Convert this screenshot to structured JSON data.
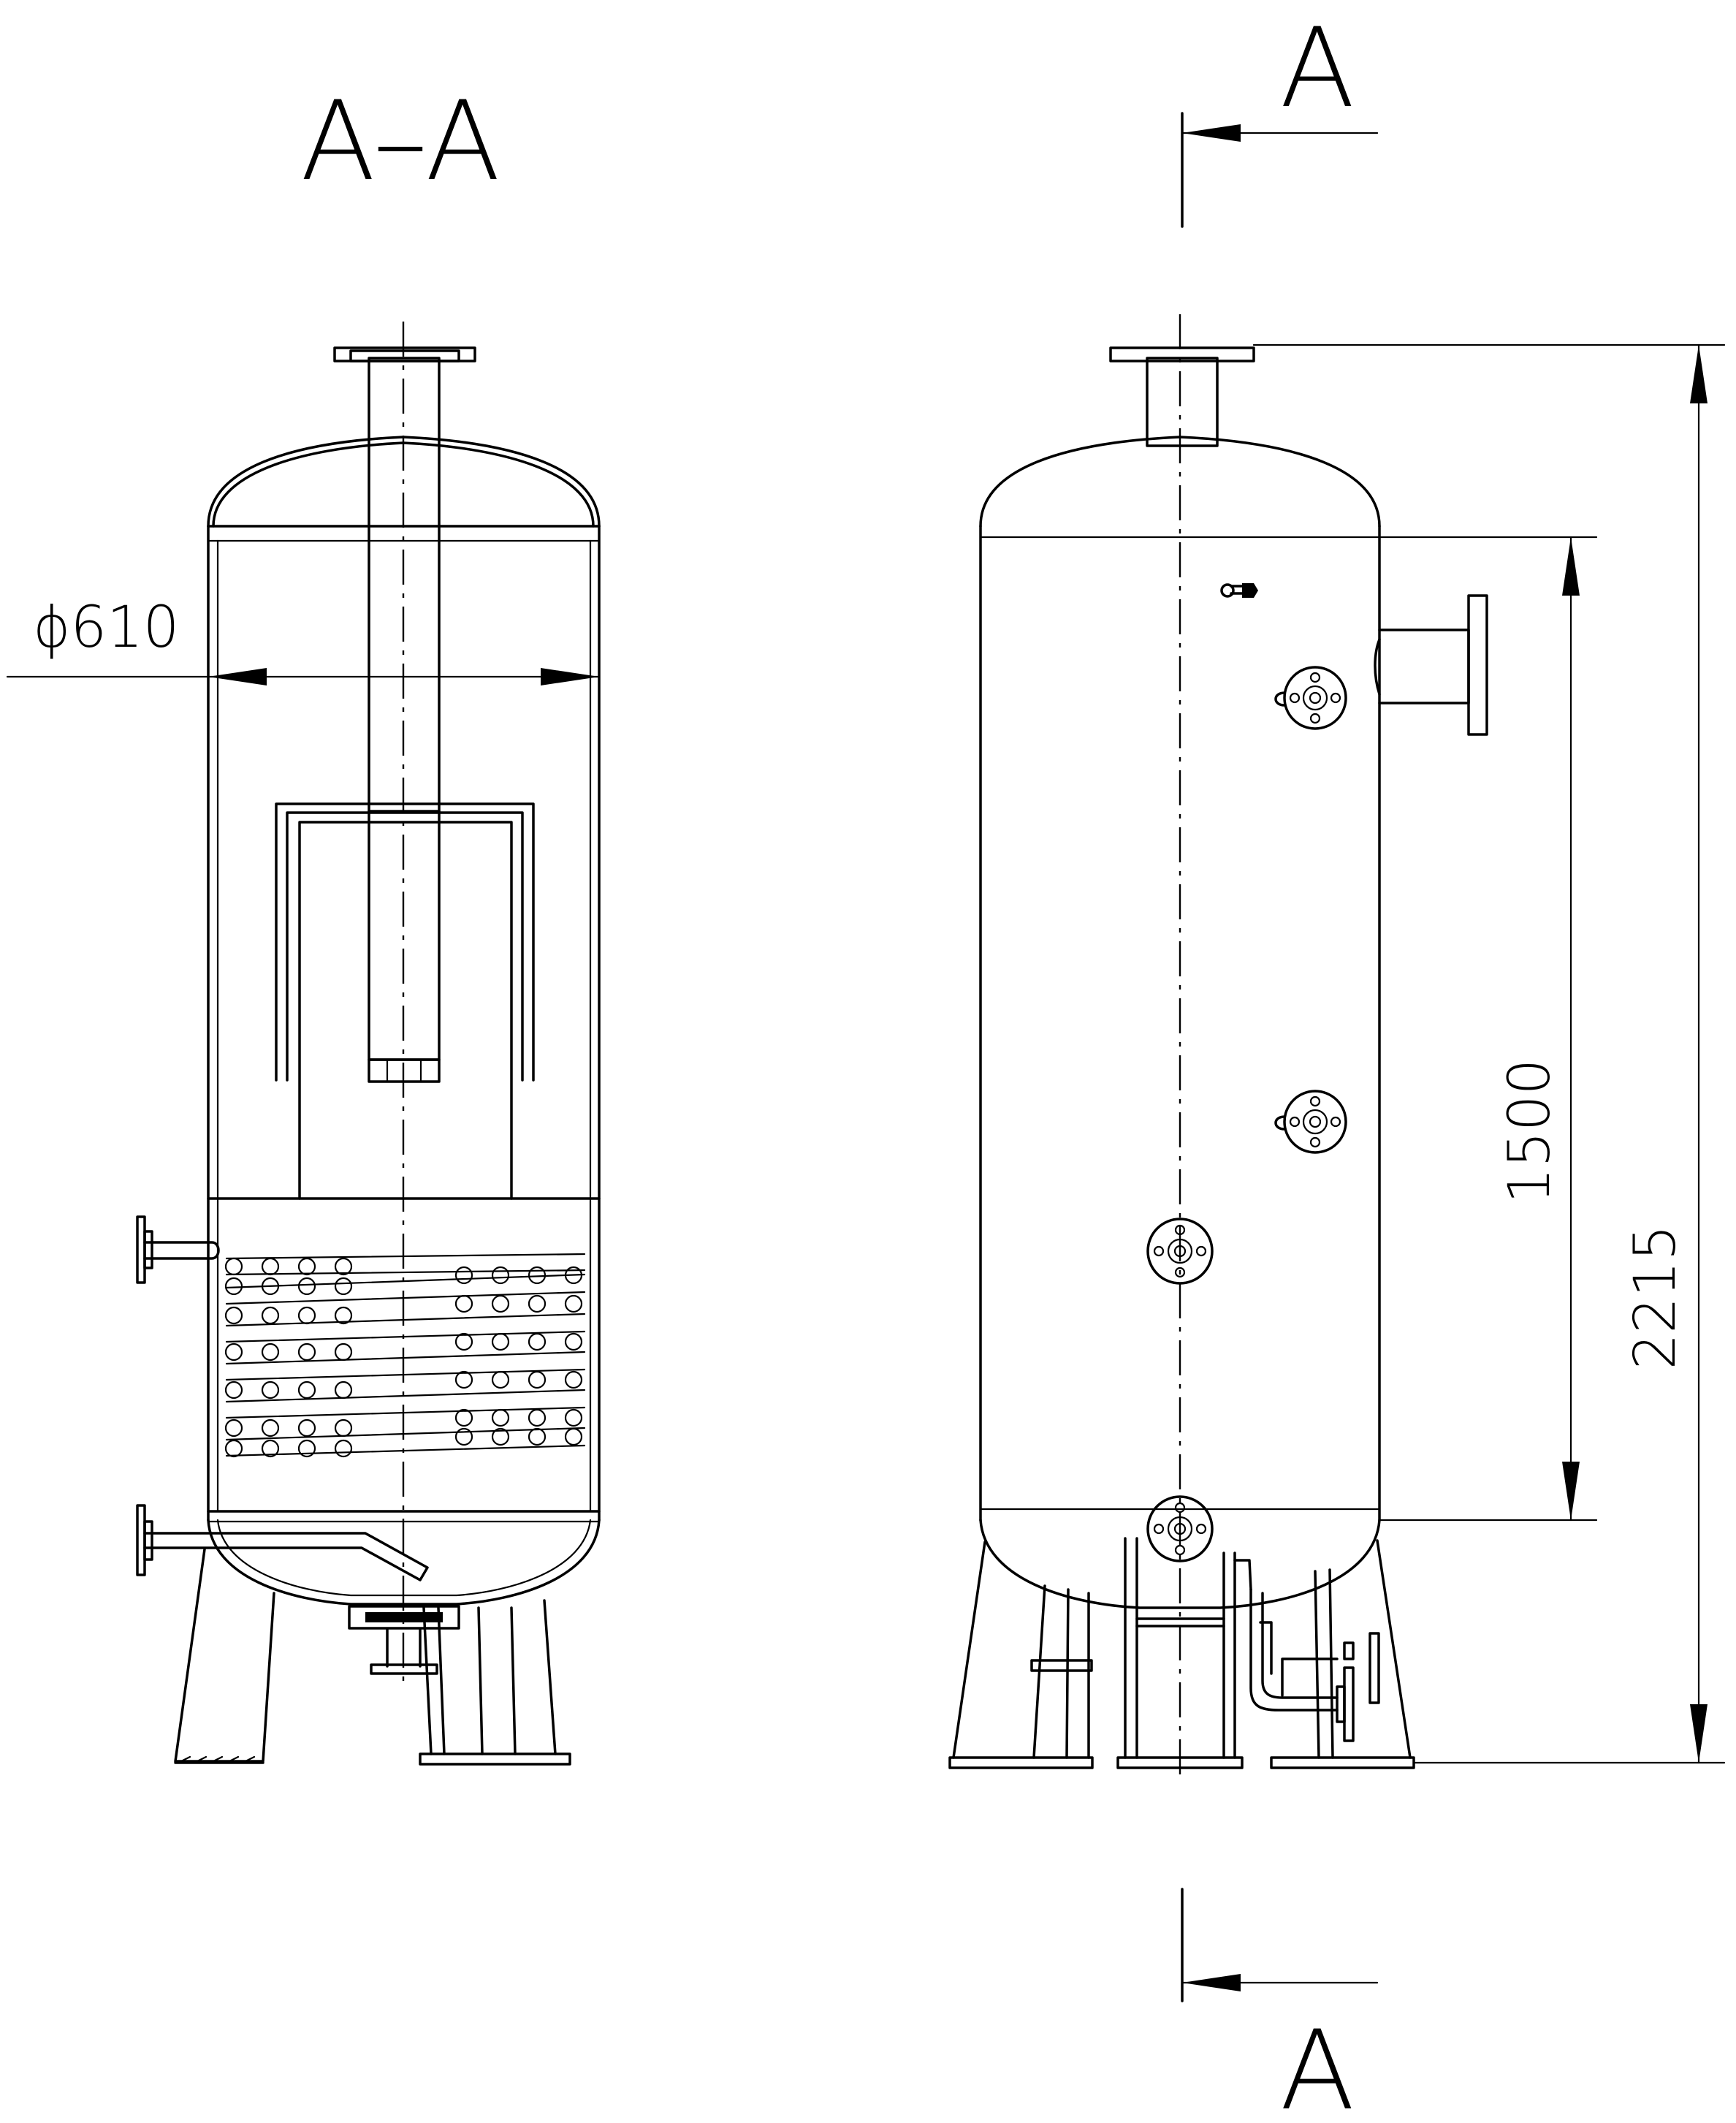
{
  "section_title": "A–A",
  "cut_letter_top": "A",
  "cut_letter_bottom": "A",
  "dim_diameter": "ϕ610",
  "dim_1500": "1500",
  "dim_2215": "2215"
}
